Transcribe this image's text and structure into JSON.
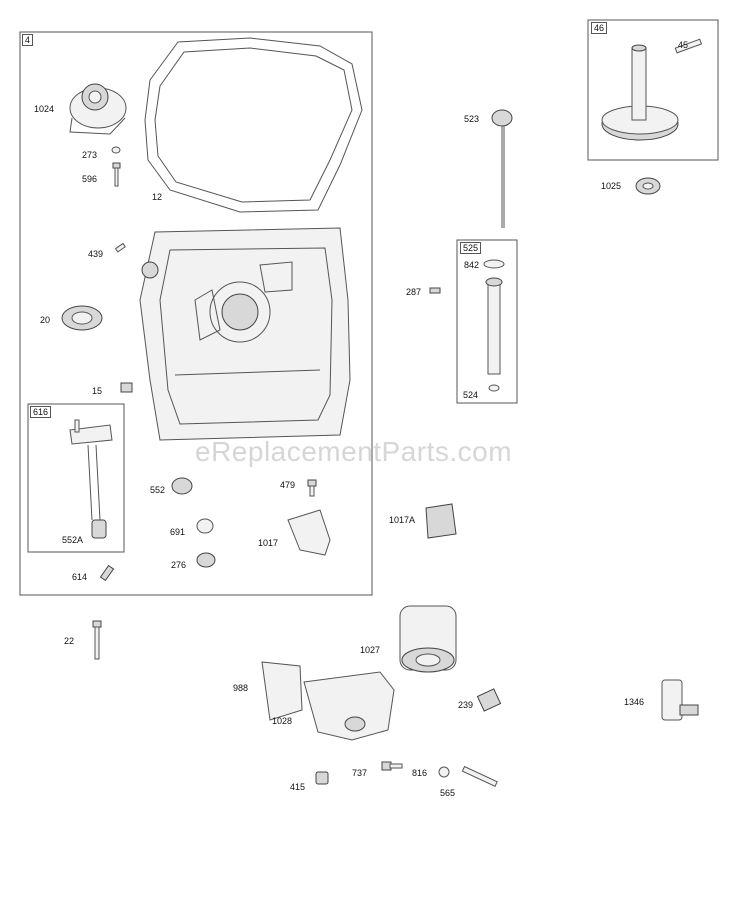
{
  "watermark": "eReplacementParts.com",
  "groups": [
    {
      "id": "g4",
      "tag": "4"
    },
    {
      "id": "g616",
      "tag": "616"
    },
    {
      "id": "g46",
      "tag": "46"
    },
    {
      "id": "g525",
      "tag": "525"
    }
  ],
  "labels": {
    "p1024": "1024",
    "p273": "273",
    "p596": "596",
    "p12": "12",
    "p439": "439",
    "p20": "20",
    "p15": "15",
    "p552": "552",
    "p479": "479",
    "p552A": "552A",
    "p691": "691",
    "p1017": "1017",
    "p276": "276",
    "p614": "614",
    "p22": "22",
    "p45": "45",
    "p1025": "1025",
    "p523": "523",
    "p842": "842",
    "p287": "287",
    "p524": "524",
    "p1017A": "1017A",
    "p1027": "1027",
    "p988": "988",
    "p1028": "1028",
    "p239": "239",
    "p1346": "1346",
    "p737": "737",
    "p816": "816",
    "p415": "415",
    "p565": "565"
  }
}
